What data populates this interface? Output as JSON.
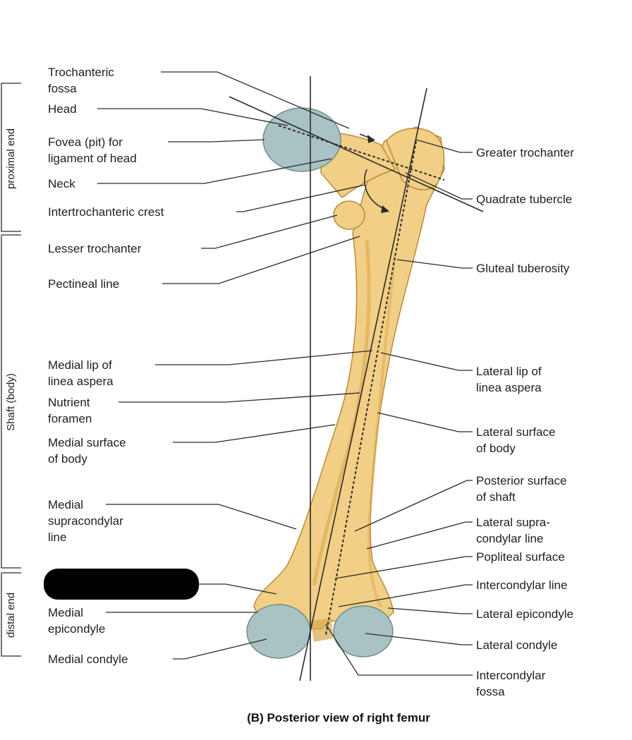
{
  "labels": {
    "trochanteric_fossa": [
      "Trochanteric",
      "fossa"
    ],
    "head": [
      "Head"
    ],
    "fovea": [
      "Fovea (pit) for",
      "ligament of head"
    ],
    "neck": [
      "Neck"
    ],
    "intertrochanteric_crest": [
      "Intertrochanteric crest"
    ],
    "lesser_trochanter": [
      "Lesser trochanter"
    ],
    "pectineal_line": [
      "Pectineal line"
    ],
    "medial_lip": [
      "Medial lip of",
      "linea aspera"
    ],
    "nutrient_foramen": [
      "Nutrient",
      "foramen"
    ],
    "medial_surface": [
      "Medial surface",
      "of body"
    ],
    "medial_supracondylar": [
      "Medial",
      "supracondylar",
      "line"
    ],
    "medial_epicondyle": [
      "Medial",
      "epicondyle"
    ],
    "medial_condyle": [
      "Medial condyle"
    ],
    "greater_trochanter": [
      "Greater trochanter"
    ],
    "quadrate_tubercle": [
      "Quadrate tubercle"
    ],
    "gluteal_tuberosity": [
      "Gluteal tuberosity"
    ],
    "lateral_lip": [
      "Lateral lip of",
      "linea aspera"
    ],
    "lateral_surface": [
      "Lateral surface",
      "of body"
    ],
    "posterior_surface": [
      "Posterior surface",
      "of shaft"
    ],
    "lateral_supracondylar": [
      "Lateral supra-",
      "condylar line"
    ],
    "popliteal_surface": [
      "Popliteal surface"
    ],
    "intercondylar_line": [
      "Intercondylar line"
    ],
    "lateral_epicondyle": [
      "Lateral epicondyle"
    ],
    "lateral_condyle": [
      "Lateral condyle"
    ],
    "intercondylar_fossa": [
      "Intercondylar",
      "fossa"
    ]
  },
  "regions": {
    "proximal": "proximal end",
    "shaft": "Shaft (body)",
    "distal": "distal end"
  },
  "caption": "(B) Posterior view of right femur",
  "colors": {
    "bone": "#f2cf86",
    "bone_shade": "#d9a84f",
    "cartilage": "#a9c3c4",
    "redaction": "#000000"
  }
}
